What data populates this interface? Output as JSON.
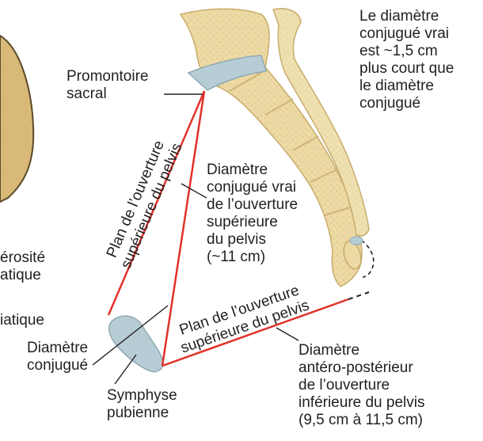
{
  "labels": {
    "note_top_right": "Le diamètre\nconjugué vrai\nest ~1,5 cm\nplus court que\nle diamètre\nconjugué",
    "promontory": "Promontoire\nsacral",
    "true_conjugate": "Diamètre\nconjugué vrai\nde l’ouverture\nsupérieure\ndu pelvis\n(~11 cm)",
    "plane_inlet": "Plan de l’ouverture\nsupérieure du pelvis",
    "plane_outlet": "Plan de l’ouverture\nsupérieure du pelvis",
    "tuberosity_partial": "érosité\natique",
    "spine_partial": "iatique",
    "conjugate": "Diamètre\nconjugué",
    "symphysis": "Symphyse\npubienne",
    "outlet_diameter": "Diamètre\nantéro-postérieur\nde l’ouverture\ninférieure du pelvis\n(9,5 cm à 11,5 cm)"
  },
  "colors": {
    "bone_fill": "#ecd9a3",
    "bone_edge": "#c8ac6c",
    "bone_shade": "#d9c07f",
    "cartilage": "#b7cdd6",
    "cartilage_edge": "#8fa9b3",
    "line_red": "#e0322b",
    "leader": "#231f20"
  }
}
